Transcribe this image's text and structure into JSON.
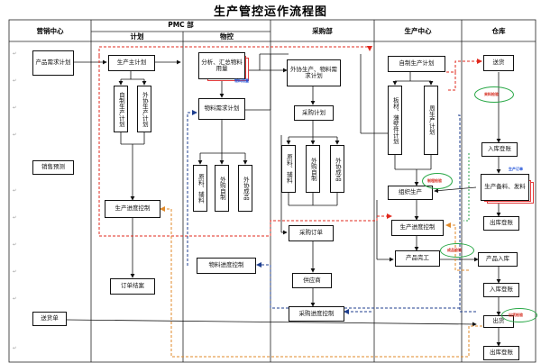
{
  "title": "生产管控运作流程图",
  "columns": {
    "marketing": "营销中心",
    "pmc": "PMC 部",
    "planning": "计划",
    "material_control": "物控",
    "purchasing": "采购部",
    "production": "生产中心",
    "warehouse": "仓库"
  },
  "nodes": {
    "product_demand_plan": "产品需求计划",
    "sales_forecast": "销售预测",
    "delivery_order": "送货单",
    "master_production_plan": "生产主计划",
    "self_made_plan": "自制生产计划",
    "outsourcing_plan": "外协生产计划",
    "progress_control_plan": "生产进度控制",
    "order_closure": "订单结案",
    "analysis_summary": "分析、汇总物料用量",
    "material_requirement_plan": "物料需求计划",
    "raw_auxiliary": "原料、辅料",
    "outsourced_parts": "外购自制",
    "outsourced_finished": "外协成品",
    "material_progress_control": "物料进度控制",
    "external_production": "外协生产、物料需求计划",
    "purchase_plan": "采购计划",
    "raw_auxiliary_p": "原料、辅料",
    "outsourced_parts_p": "外购自制",
    "outsourced_finished_p": "外协成品",
    "purchase_order": "采购订单",
    "supplier": "供应商",
    "purchase_progress_control": "采购进度控制",
    "self_production_plan": "自制生产计划",
    "sheet_production_plan": "板材、薄壁件计划",
    "weekly_production_plan": "周生产计划",
    "organize_production": "组织生产",
    "production_progress_control": "生产进度控制",
    "product_completion": "产品完工",
    "delivery_goods": "送货",
    "inbound_registration": "入库登账",
    "production_prep": "生产备料、发料",
    "outbound_registration": "出库登账",
    "product_inbound": "产品入库",
    "inbound_registration_2": "入库登账",
    "shipment": "出货",
    "outbound_registration_2": "出库登账"
  },
  "notes": {
    "material_usage_stamp": "物料用量",
    "material_check": "来料检验",
    "production_order": "生产订单",
    "process_check": "制程检验",
    "finished_check": "成品检验",
    "shipping_check": "出货检验"
  }
}
